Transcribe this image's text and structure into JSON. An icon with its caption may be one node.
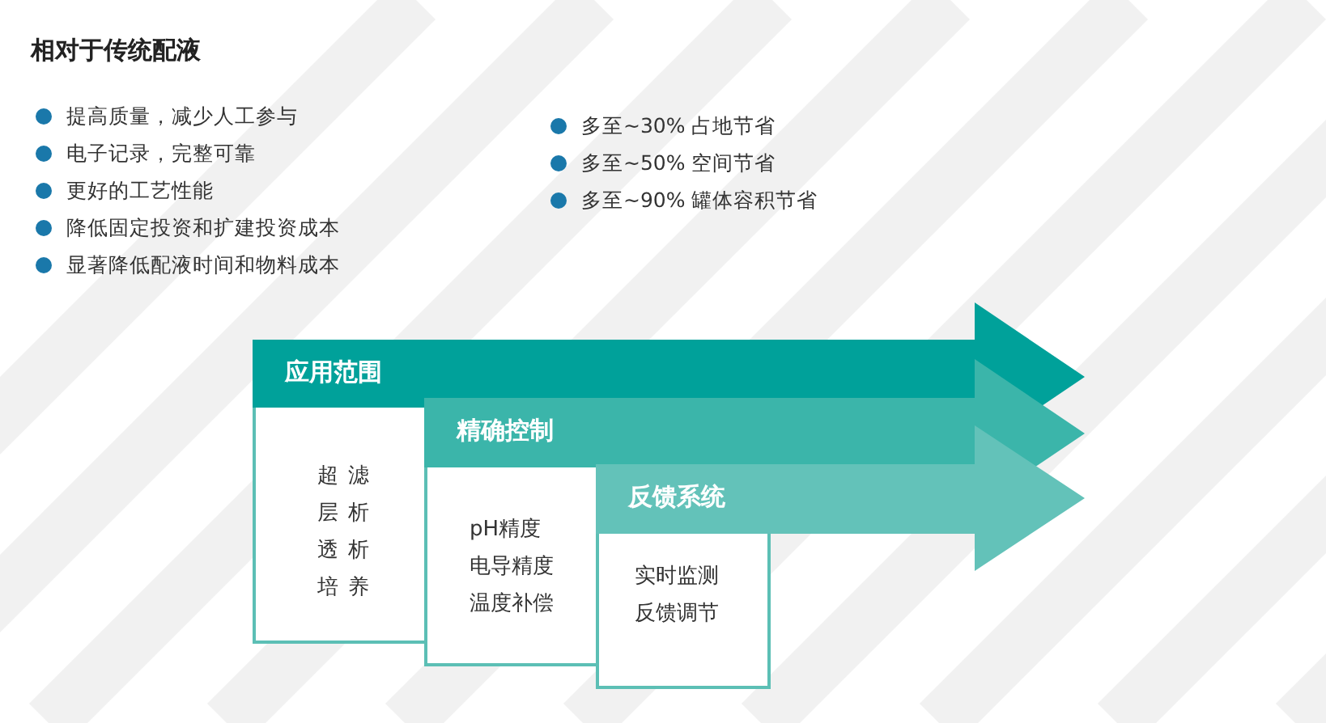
{
  "diagram": {
    "title": "相对于传统配液",
    "nodes": [
      {
        "text": [
          "应用范围"
        ]
      },
      {
        "text": [
          "超滤",
          "层析",
          "透析",
          "培养"
        ]
      },
      {
        "text": [
          "精确控制"
        ]
      },
      {
        "text": [
          "pH精度",
          "电导精度",
          "温度补偿"
        ]
      },
      {
        "text": [
          "反馈系统"
        ]
      },
      {
        "text": [
          "实时监测",
          "反馈调节"
        ]
      }
    ],
    "labels": [
      "提高质量，减少人工参与",
      "电子记录，完整可靠",
      "更好的工艺性能",
      "降低固定投资和扩建投资成本",
      "显著降低配液时间和物料成本",
      "多至~30% 占地节省",
      "多至~50% 空间节省",
      "多至~90% 罐体容积节省"
    ]
  }
}
